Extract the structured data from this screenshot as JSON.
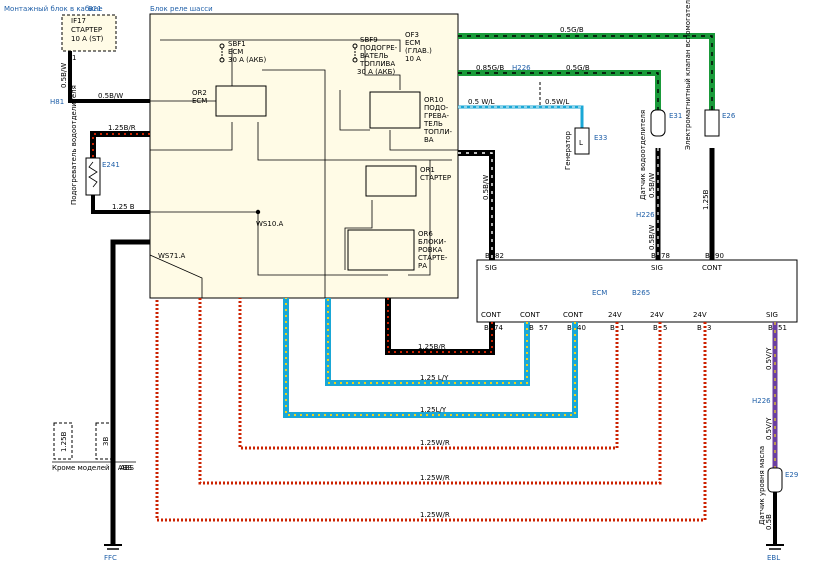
{
  "titles": {
    "cabin_block": "Монтажный блок в кабине",
    "cabin_block_id": "B21",
    "chassis_block": "Блок реле шасси"
  },
  "cabin_fuse": {
    "line1": "IF17",
    "line2": "СТАРТЕР",
    "line3": "10 А (ST)",
    "pin": "1"
  },
  "chassis": {
    "sbf1": [
      "SBF1",
      "ECM",
      "30 A (АКБ)"
    ],
    "sbf9": [
      "SBF9",
      "ПОДОГРЕ-",
      "ВАТЕЛЬ",
      "ТОПЛИВА",
      "30 A (АКБ)"
    ],
    "of3": [
      "OF3",
      "ECM",
      "(ГЛАВ.)",
      "10 A"
    ],
    "or2": [
      "OR2",
      "ECM"
    ],
    "or10": [
      "OR10",
      "ПОДО-",
      "ГРЕВА-",
      "ТЕЛЬ",
      "ТОПЛИ-",
      "ВА"
    ],
    "or1": [
      "OR1",
      "СТАРТЕР"
    ],
    "or6": [
      "OR6",
      "БЛОКИ-",
      "РОВКА",
      "СТАРТЕ-",
      "РА"
    ],
    "ws10": "WS10.A",
    "ws71": "WS71.A"
  },
  "connectors": {
    "h81": "H81",
    "h226": "H226",
    "e241": "E241",
    "e33": "E33",
    "e31": "E31",
    "e26": "E26",
    "e29": "E29",
    "b265": "B265",
    "ffc": "FFC",
    "ebl": "EBL",
    "h226_b": "H226"
  },
  "wire_labels": {
    "w05bw_v": "0.5B/W",
    "w05bw_h": "0.5B/W",
    "w125br": "1.25B/R",
    "w125b": "1.25 B",
    "w05gb_top": "0.5G/B",
    "w085gb": "0.85G/B",
    "w05gb_mid": "0.5G/B",
    "w05wl_1": "0.5 W/L",
    "w05wl_2": "0.5W/L",
    "w05bw_ecm": "0.5B/W",
    "w05bw_e31a": "0.5B/W",
    "w05bw_e31b": "0.5B/W",
    "w125b_e26": "1.25B",
    "w125br_b": "1.25B/R",
    "w125ly_1": "1.25 L/Y",
    "w125ly_2": "1.25L/Y",
    "w125wr_1": "1.25W/R",
    "w125wr_2": "1.25W/R",
    "w125wr_3": "1.25W/R",
    "w05vy_1": "0.5V/Y",
    "w05vy_2": "0.5V/Y",
    "w05b_ebl": "0.5B",
    "w125b_legend": "1.25B",
    "w3b_legend": "3B"
  },
  "ecm": {
    "title": "ECM",
    "code": "B265",
    "top_pins": [
      {
        "label": "SIG",
        "pin": "B",
        "num": "82"
      },
      {
        "label": "SIG",
        "pin": "B",
        "num": "78"
      },
      {
        "label": "CONT",
        "pin": "B",
        "num": "90"
      }
    ],
    "bottom_pins": [
      {
        "label": "CONT",
        "pin": "B",
        "num": "74"
      },
      {
        "label": "CONT",
        "pin": "B",
        "num": "57"
      },
      {
        "label": "CONT",
        "pin": "B",
        "num": "40"
      },
      {
        "label": "24V",
        "pin": "B",
        "num": "1"
      },
      {
        "label": "24V",
        "pin": "B",
        "num": "5"
      },
      {
        "label": "24V",
        "pin": "B",
        "num": "3"
      },
      {
        "label": "SIG",
        "pin": "B",
        "num": "51"
      }
    ]
  },
  "devices": {
    "e241": "Подогреватель водоотделителя",
    "e33": "Генератор",
    "e31": "Датчик водоотделителя",
    "e26": "Электромагнитный клапан вспомогательной тормозной системы",
    "e29": "Датчик уровня масла"
  },
  "legend": {
    "except_abs": "Кроме моделей с ABS",
    "abs": "ABS"
  },
  "colors": {
    "black": "#000000",
    "red_dot": "#cc2200",
    "green": "#1a9a3a",
    "blue": "#1aa7d6",
    "yellow_dot": "#f2d21a",
    "purple": "#6a3fa0",
    "block_fill": "#fffbe6",
    "ecm_fill": "#ffffff",
    "link_blue": "#1f5fa8"
  }
}
